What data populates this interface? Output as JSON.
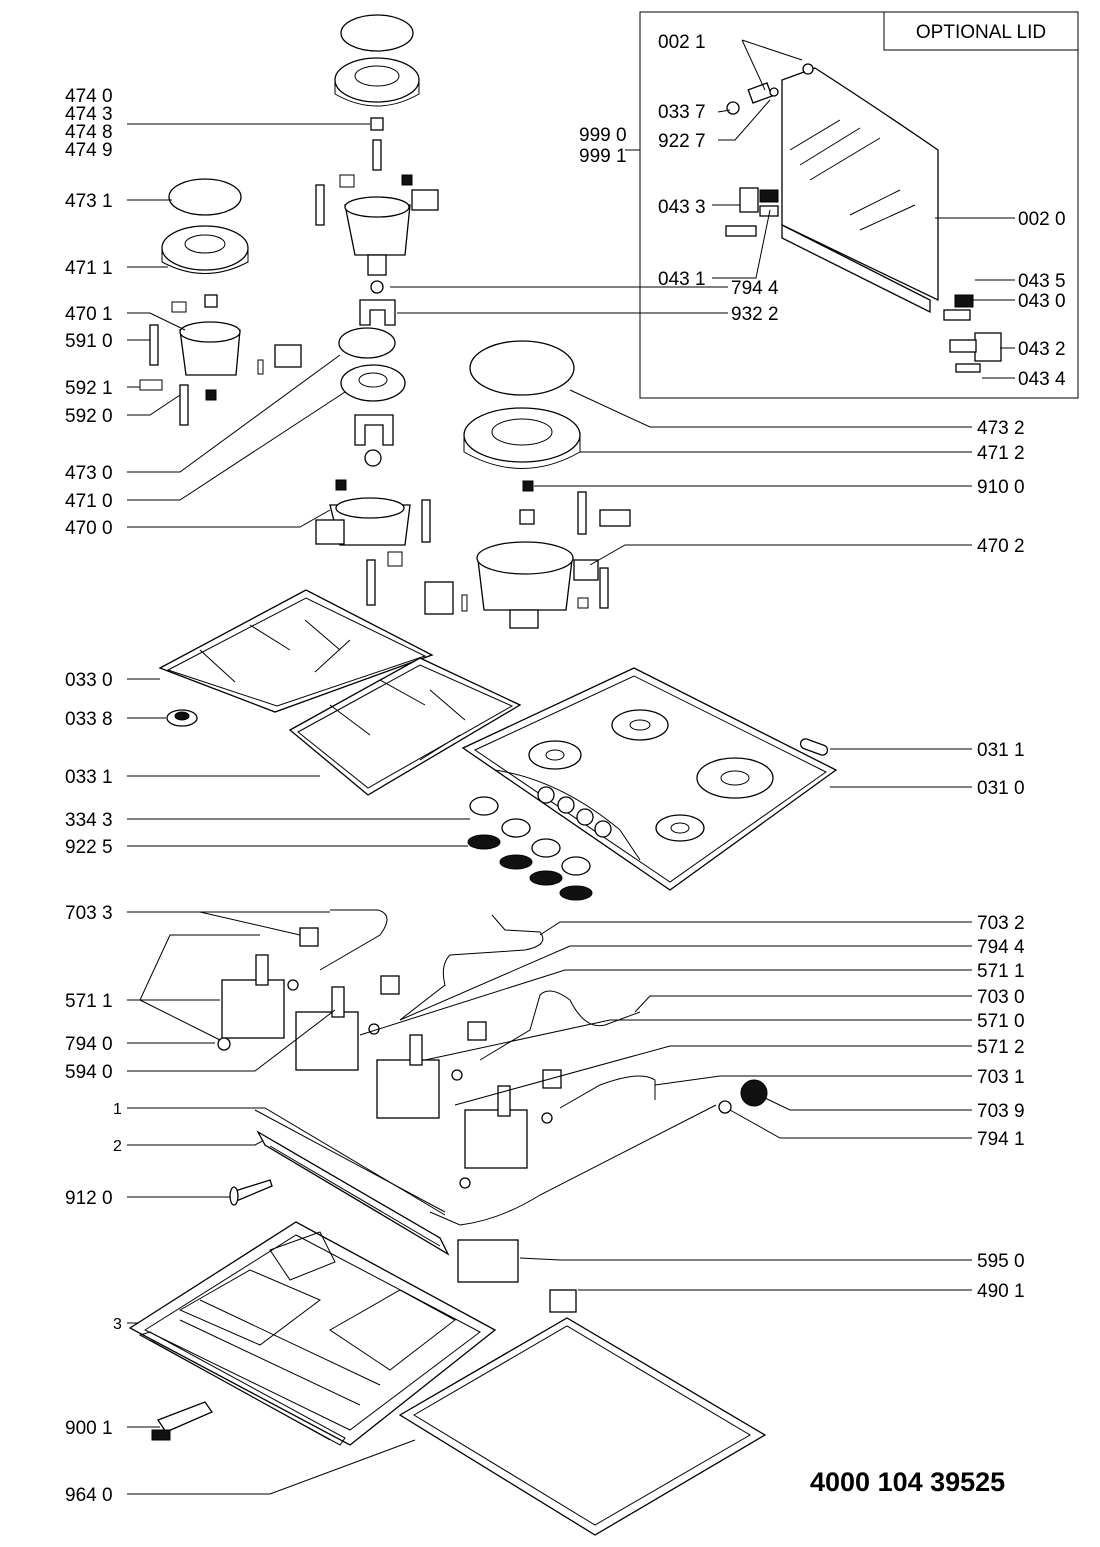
{
  "title_box": {
    "label": "OPTIONAL LID"
  },
  "document_code": "4000 104 39525",
  "labels": {
    "l4740": "474 0",
    "l4743": "474 3",
    "l4748": "474 8",
    "l4749": "474 9",
    "l4731": "473 1",
    "l4711": "471 1",
    "l4701": "470 1",
    "l5910": "591 0",
    "l5921": "592 1",
    "l5920": "592 0",
    "l4730": "473 0",
    "l4710": "471 0",
    "l4700": "470 0",
    "l0330": "033 0",
    "l0338": "033 8",
    "l0331": "033 1",
    "l3343": "334 3",
    "l9225": "922 5",
    "l7033": "703 3",
    "l5711a": "571 1",
    "l7940": "794 0",
    "l5940": "594 0",
    "l1": "1",
    "l2": "2",
    "l9120": "912 0",
    "l3": "3",
    "l9001": "900 1",
    "l9640": "964 0",
    "l0021": "002 1",
    "l0337": "033 7",
    "l9227": "922 7",
    "l9990": "999 0",
    "l9991": "999 1",
    "l0433": "043 3",
    "l0431": "043 1",
    "l0020": "002 0",
    "l0435": "043 5",
    "l0430": "043 0",
    "l0432": "043 2",
    "l0434": "043 4",
    "l7944a": "794 4",
    "l9322": "932 2",
    "l4732": "473 2",
    "l4712": "471 2",
    "l9100": "910 0",
    "l4702": "470 2",
    "l0311": "031 1",
    "l0310": "031 0",
    "l7032": "703 2",
    "l7944b": "794 4",
    "l5711b": "571 1",
    "l7030": "703 0",
    "l5710": "571 0",
    "l5712": "571 2",
    "l7031": "703 1",
    "l7039": "703 9",
    "l7941": "794 1",
    "l5950": "595 0",
    "l4901": "490 1"
  },
  "icons": {
    "burner": "burner-icon",
    "grate": "pan-support-icon",
    "hob": "hob-top-icon",
    "valve": "gas-valve-icon",
    "lid": "glass-lid-icon"
  }
}
